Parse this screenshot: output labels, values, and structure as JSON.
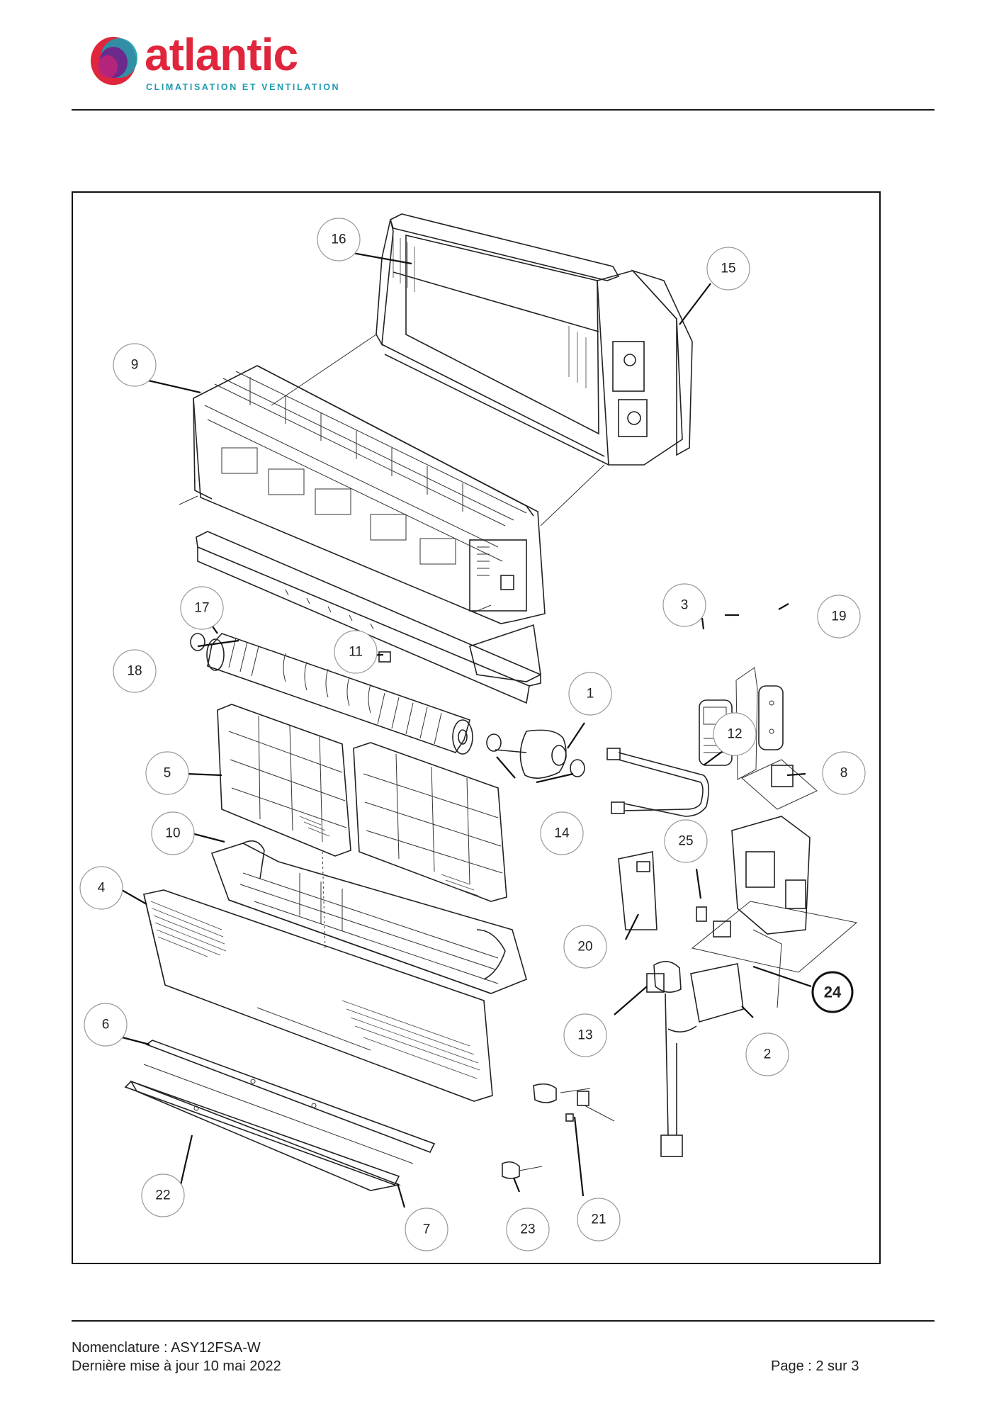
{
  "header": {
    "brand": "atlantic",
    "tagline": "CLIMATISATION ET VENTILATION",
    "colors": {
      "brand_red": "#e0263c",
      "brand_teal": "#1e9ab0",
      "brand_purple": "#6b2a8c"
    }
  },
  "diagram": {
    "callouts": [
      {
        "label": "1"
      },
      {
        "label": "2"
      },
      {
        "label": "3"
      },
      {
        "label": "4"
      },
      {
        "label": "5"
      },
      {
        "label": "6"
      },
      {
        "label": "7"
      },
      {
        "label": "8"
      },
      {
        "label": "9"
      },
      {
        "label": "10"
      },
      {
        "label": "11"
      },
      {
        "label": "12"
      },
      {
        "label": "13"
      },
      {
        "label": "14"
      },
      {
        "label": "15"
      },
      {
        "label": "16"
      },
      {
        "label": "17"
      },
      {
        "label": "18"
      },
      {
        "label": "19"
      },
      {
        "label": "20"
      },
      {
        "label": "21"
      },
      {
        "label": "22"
      },
      {
        "label": "23"
      },
      {
        "label": "24"
      },
      {
        "label": "25"
      }
    ]
  },
  "footer": {
    "nomenclature": "Nomenclature : ASY12FSA-W",
    "updated": "Dernière mise à jour 10 mai 2022",
    "page": "Page : 2 sur 3"
  }
}
